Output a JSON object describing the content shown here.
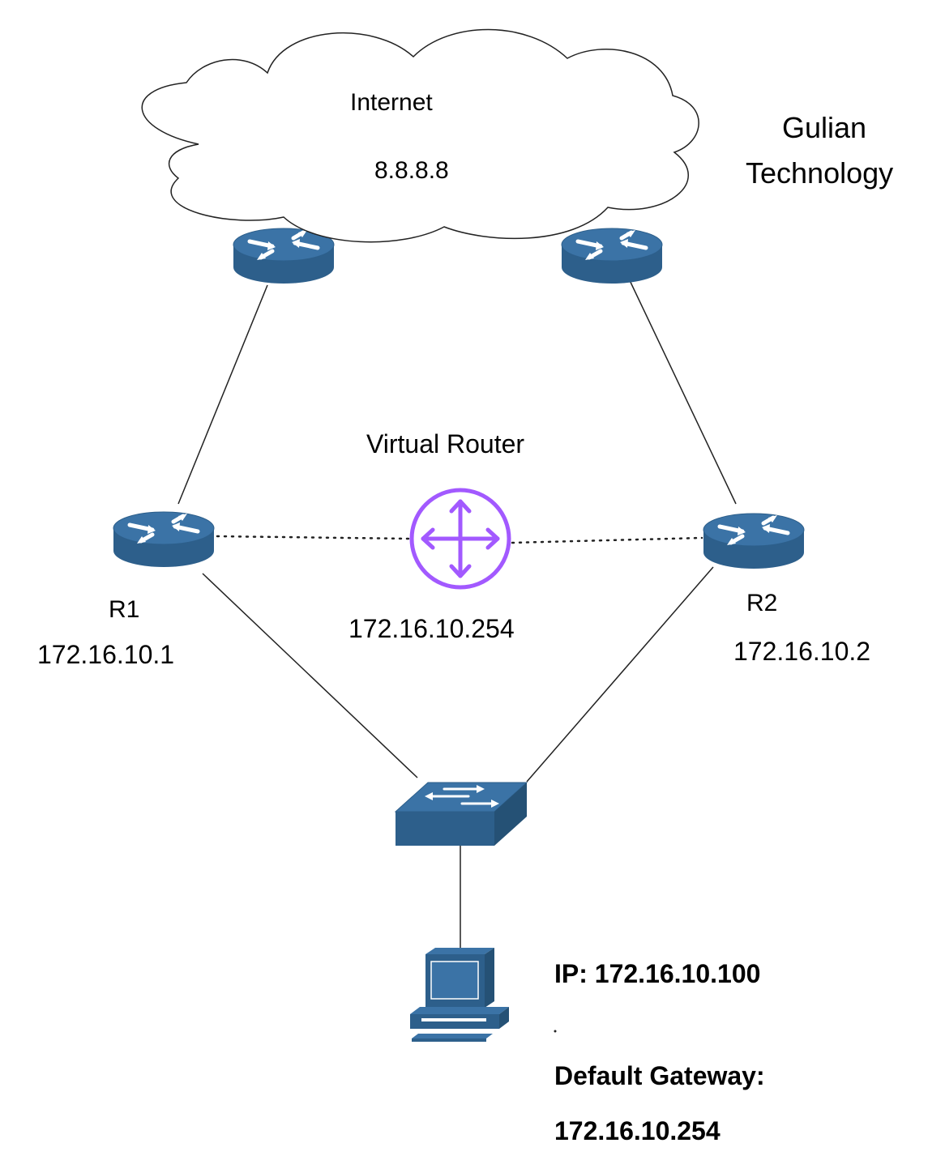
{
  "brand": {
    "line1": "Gulian",
    "line2": "Technology"
  },
  "internet": {
    "label": "Internet",
    "ip": "8.8.8.8"
  },
  "virtual_router": {
    "label": "Virtual Router",
    "ip": "172.16.10.254"
  },
  "r1": {
    "label": "R1",
    "ip": "172.16.10.1"
  },
  "r2": {
    "label": "R2",
    "ip": "172.16.10.2"
  },
  "host": {
    "ip_line": "IP: 172.16.10.100",
    "gateway_label": "Default Gateway:",
    "gateway_ip": "172.16.10.254"
  },
  "colors": {
    "device_fill": "#2d5f8b",
    "device_top": "#3b73a6",
    "virtual_router": "#a259ff",
    "link": "#222222"
  },
  "icons": {
    "cloud": "cloud-icon",
    "router": "router-icon",
    "virtual_router": "virtual-router-icon",
    "switch": "switch-icon",
    "host": "desktop-computer-icon"
  }
}
